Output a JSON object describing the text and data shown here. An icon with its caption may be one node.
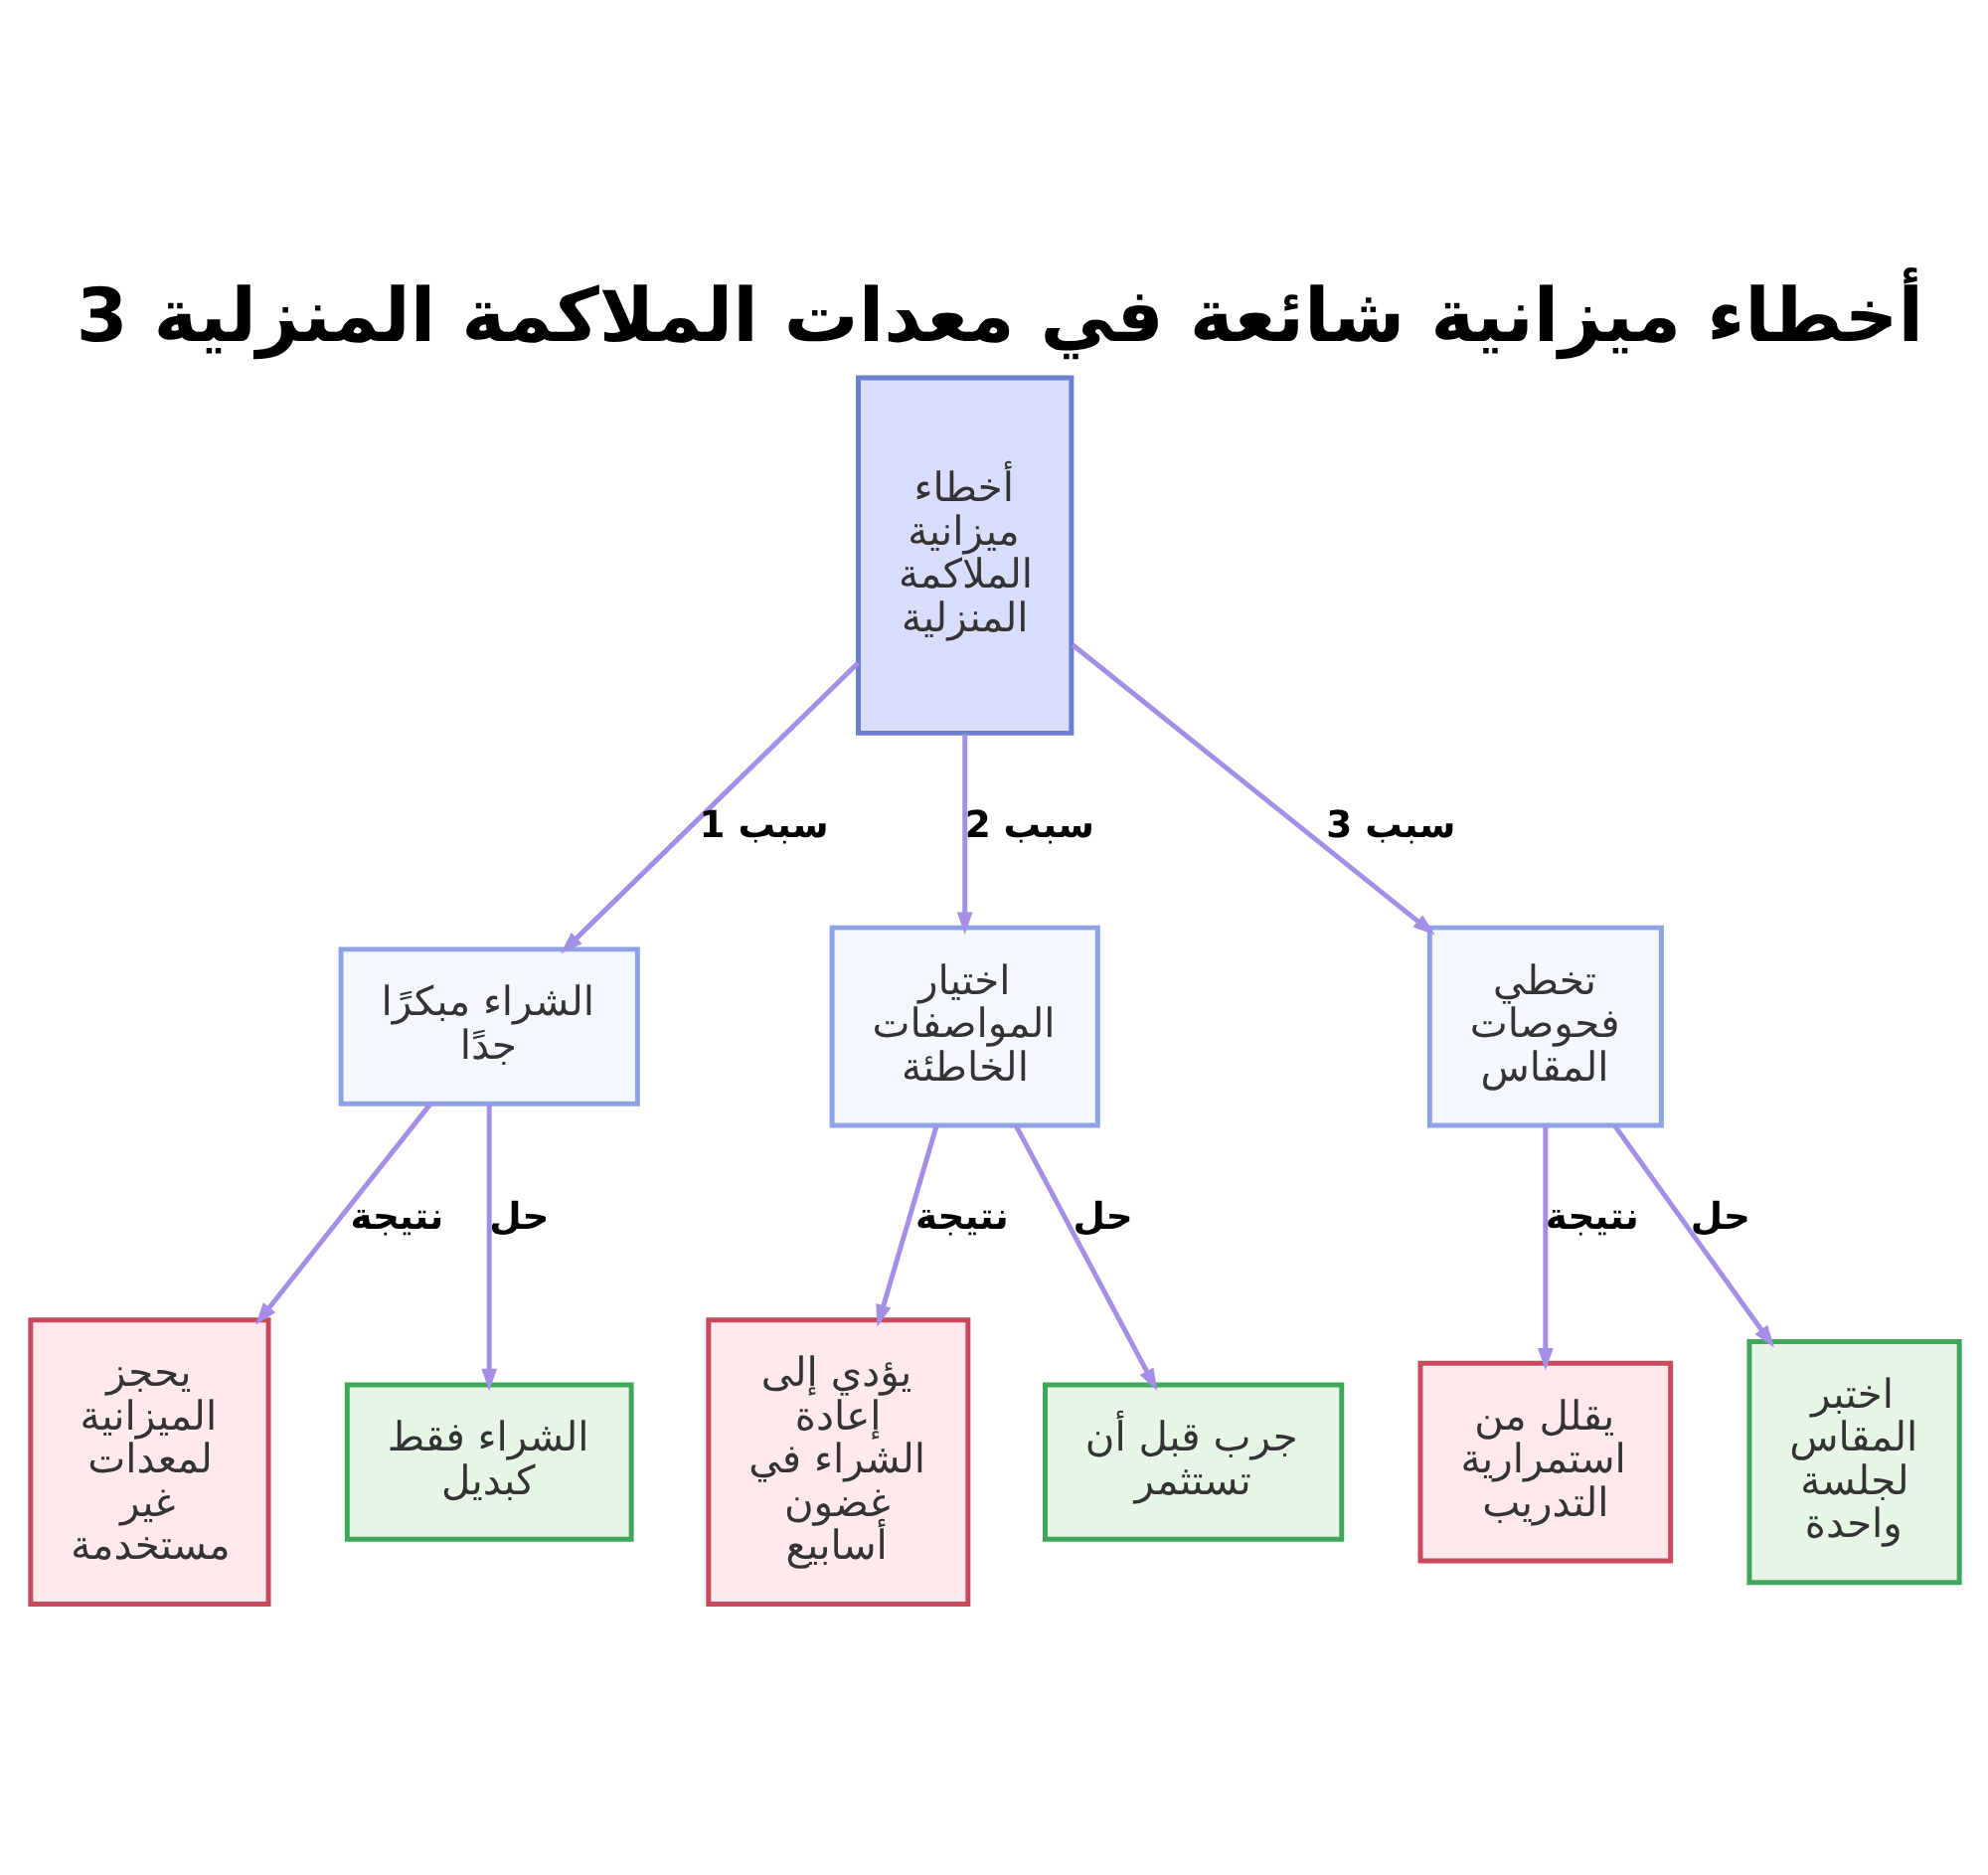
{
  "diagram": {
    "title": "3 أخطاء ميزانية شائعة في معدات الملاكمة المنزلية",
    "nodes": [
      {
        "text": [
          "أخطاء ميزانية الملاكمة المنزلية"
        ]
      },
      {
        "text": [
          "الشراء مبكرًا جدًا"
        ]
      },
      {
        "text": [
          "اختيار المواصفات الخاطئة"
        ]
      },
      {
        "text": [
          "تخطي فحوصات المقاس"
        ]
      },
      {
        "text": [
          "يحجز الميزانية لمعدات غير مستخدمة"
        ]
      },
      {
        "text": [
          "الشراء فقط كبديل"
        ]
      },
      {
        "text": [
          "يؤدي إلى إعادة الشراء في غضون أسابيع"
        ]
      },
      {
        "text": [
          "جرب قبل أن تستثمر"
        ]
      },
      {
        "text": [
          "يقلل من استمرارية التدريب"
        ]
      },
      {
        "text": [
          "اختبر المقاس لجلسة واحدة"
        ]
      }
    ],
    "edges": [
      {
        "from": 0,
        "to": 1,
        "arrow": "to",
        "label": "سبب 1"
      },
      {
        "from": 0,
        "to": 2,
        "arrow": "to",
        "label": "سبب 2"
      },
      {
        "from": 0,
        "to": 3,
        "arrow": "to",
        "label": "سبب 3"
      },
      {
        "from": 1,
        "to": 4,
        "arrow": "to",
        "label": "نتيجة"
      },
      {
        "from": 1,
        "to": 5,
        "arrow": "to",
        "label": "حل"
      },
      {
        "from": 2,
        "to": 6,
        "arrow": "to",
        "label": "نتيجة"
      },
      {
        "from": 2,
        "to": 7,
        "arrow": "to",
        "label": "حل"
      },
      {
        "from": 3,
        "to": 8,
        "arrow": "to",
        "label": "نتيجة"
      },
      {
        "from": 3,
        "to": 9,
        "arrow": "to",
        "label": "حل"
      }
    ]
  }
}
